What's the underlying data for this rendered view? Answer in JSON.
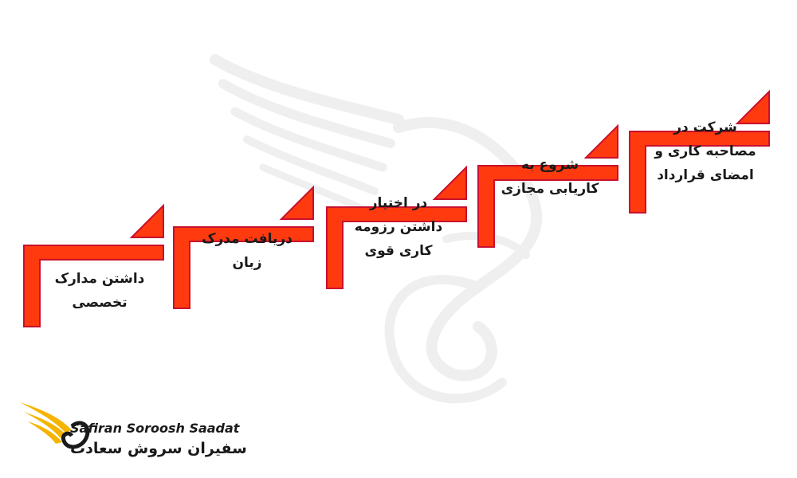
{
  "colors": {
    "accent": "#ff3a0f",
    "outline": "#c8102e",
    "watermark": "#ececec"
  },
  "steps": [
    {
      "lines": [
        "داشتن مدارک",
        "تخصصی"
      ]
    },
    {
      "lines": [
        "دریافت مدرک",
        "زبان"
      ]
    },
    {
      "lines": [
        "در اختیار",
        "داشتن رزومه",
        "کاری قوی"
      ]
    },
    {
      "lines": [
        "شروع به",
        "کاریابی مجازی"
      ]
    },
    {
      "lines": [
        "شرکت در",
        "مصاحبه کاری و",
        "امضای قرارداد"
      ]
    }
  ],
  "logo": {
    "name_en": "Safiran Soroosh Saadat",
    "name_fa": "سفیران سروش سعادت",
    "icon": "wing-icon"
  }
}
